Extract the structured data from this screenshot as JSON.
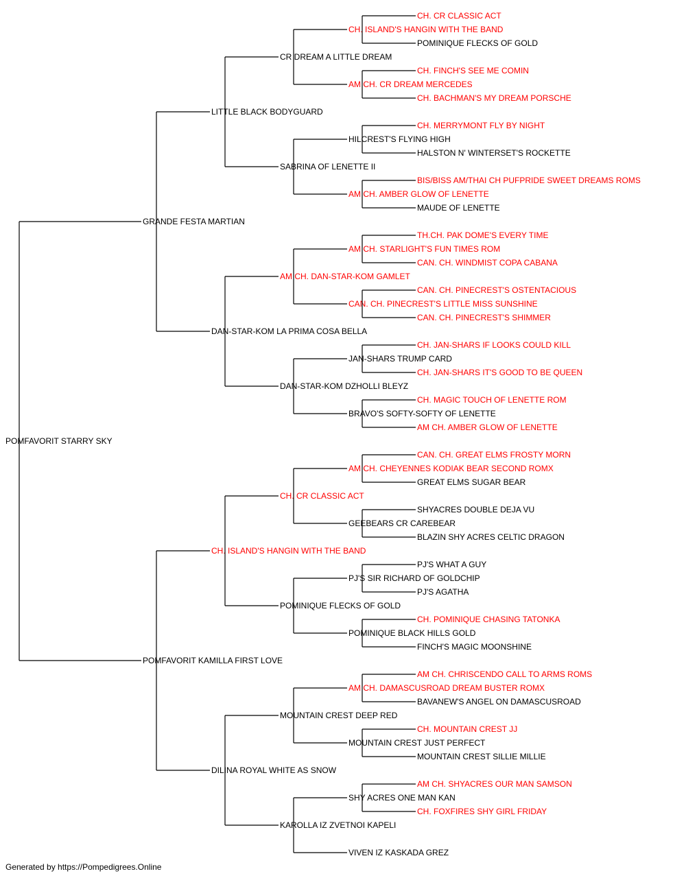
{
  "colors": {
    "champion": "#ff0000",
    "regular": "#000000",
    "line": "#000000"
  },
  "pedigree": {
    "name": "POMFAVORIT STARRY SKY",
    "champion": false,
    "sire": {
      "name": "GRANDE FESTA MARTIAN",
      "champion": false,
      "sire": {
        "name": "LITTLE BLACK BODYGUARD",
        "champion": false,
        "sire": {
          "name": "CR DREAM A LITTLE DREAM",
          "champion": false,
          "sire": {
            "name": "CH. ISLAND'S HANGIN WITH THE BAND",
            "champion": true,
            "sire": {
              "name": "CH. CR CLASSIC ACT",
              "champion": true
            },
            "dam": {
              "name": "POMINIQUE FLECKS OF GOLD",
              "champion": false
            }
          },
          "dam": {
            "name": "AM CH. CR DREAM MERCEDES",
            "champion": true,
            "sire": {
              "name": "CH. FINCH'S SEE ME COMIN",
              "champion": true
            },
            "dam": {
              "name": "CH. BACHMAN'S MY DREAM PORSCHE",
              "champion": true
            }
          }
        },
        "dam": {
          "name": "SABRINA OF LENETTE II",
          "champion": false,
          "sire": {
            "name": "HILCREST'S FLYING HIGH",
            "champion": false,
            "sire": {
              "name": "CH. MERRYMONT FLY BY NIGHT",
              "champion": true
            },
            "dam": {
              "name": "HALSTON N' WINTERSET'S ROCKETTE",
              "champion": false
            }
          },
          "dam": {
            "name": "AM CH. AMBER GLOW OF LENETTE",
            "champion": true,
            "sire": {
              "name": "BIS/BISS AM/THAI CH PUFPRIDE SWEET DREAMS ROMS",
              "champion": true
            },
            "dam": {
              "name": "MAUDE OF LENETTE",
              "champion": false
            }
          }
        }
      },
      "dam": {
        "name": "DAN-STAR-KOM LA PRIMA COSA BELLA",
        "champion": false,
        "sire": {
          "name": "AM CH. DAN-STAR-KOM GAMLET",
          "champion": true,
          "sire": {
            "name": "AM CH. STARLIGHT'S FUN TIMES ROM",
            "champion": true,
            "sire": {
              "name": "TH.CH. PAK DOME'S EVERY TIME",
              "champion": true
            },
            "dam": {
              "name": "CAN. CH. WINDMIST COPA CABANA",
              "champion": true
            }
          },
          "dam": {
            "name": "CAN. CH. PINECREST'S LITTLE MISS SUNSHINE",
            "champion": true,
            "sire": {
              "name": "CAN. CH. PINECREST'S OSTENTACIOUS",
              "champion": true
            },
            "dam": {
              "name": "CAN. CH. PINECREST'S SHIMMER",
              "champion": true
            }
          }
        },
        "dam": {
          "name": "DAN-STAR-KOM DZHOLLI BLEYZ",
          "champion": false,
          "sire": {
            "name": "JAN-SHARS TRUMP CARD",
            "champion": false,
            "sire": {
              "name": "CH. JAN-SHARS IF LOOKS COULD KILL",
              "champion": true
            },
            "dam": {
              "name": "CH. JAN-SHARS IT'S GOOD TO BE QUEEN",
              "champion": true
            }
          },
          "dam": {
            "name": "BRAVO'S SOFTY-SOFTY OF LENETTE",
            "champion": false,
            "sire": {
              "name": "CH. MAGIC TOUCH OF LENETTE ROM",
              "champion": true
            },
            "dam": {
              "name": "AM CH. AMBER GLOW OF LENETTE",
              "champion": true
            }
          }
        }
      }
    },
    "dam": {
      "name": "POMFAVORIT KAMILLA FIRST LOVE",
      "champion": false,
      "sire": {
        "name": "CH. ISLAND'S HANGIN WITH THE BAND",
        "champion": true,
        "sire": {
          "name": "CH. CR CLASSIC ACT",
          "champion": true,
          "sire": {
            "name": "AM CH. CHEYENNES KODIAK BEAR SECOND ROMX",
            "champion": true,
            "sire": {
              "name": "CAN. CH. GREAT ELMS FROSTY MORN",
              "champion": true
            },
            "dam": {
              "name": "GREAT ELMS SUGAR BEAR",
              "champion": false
            }
          },
          "dam": {
            "name": "GEEBEARS CR CAREBEAR",
            "champion": false,
            "sire": {
              "name": "SHYACRES DOUBLE DEJA VU",
              "champion": false
            },
            "dam": {
              "name": "BLAZIN SHY ACRES CELTIC DRAGON",
              "champion": false
            }
          }
        },
        "dam": {
          "name": "POMINIQUE FLECKS OF GOLD",
          "champion": false,
          "sire": {
            "name": "PJ'S SIR RICHARD OF GOLDCHIP",
            "champion": false,
            "sire": {
              "name": "PJ'S WHAT A GUY",
              "champion": false
            },
            "dam": {
              "name": "PJ'S AGATHA",
              "champion": false
            }
          },
          "dam": {
            "name": "POMINIQUE BLACK HILLS GOLD",
            "champion": false,
            "sire": {
              "name": "CH. POMINIQUE CHASING TATONKA",
              "champion": true
            },
            "dam": {
              "name": "FINCH'S MAGIC MOONSHINE",
              "champion": false
            }
          }
        }
      },
      "dam": {
        "name": "DILINA ROYAL WHITE AS SNOW",
        "champion": false,
        "sire": {
          "name": "MOUNTAIN CREST DEEP RED",
          "champion": false,
          "sire": {
            "name": "AM CH. DAMASCUSROAD DREAM BUSTER ROMX",
            "champion": true,
            "sire": {
              "name": "AM CH. CHRISCENDO CALL TO ARMS ROMS",
              "champion": true
            },
            "dam": {
              "name": "BAVANEW'S ANGEL ON DAMASCUSROAD",
              "champion": false
            }
          },
          "dam": {
            "name": "MOUNTAIN CREST JUST PERFECT",
            "champion": false,
            "sire": {
              "name": "CH. MOUNTAIN CREST JJ",
              "champion": true
            },
            "dam": {
              "name": "MOUNTAIN CREST SILLIE MILLIE",
              "champion": false
            }
          }
        },
        "dam": {
          "name": "KAROLLA IZ ZVETNOI KAPELI",
          "champion": false,
          "sire": {
            "name": "SHY ACRES ONE MAN KAN",
            "champion": false,
            "sire": {
              "name": "AM CH. SHYACRES OUR MAN SAMSON",
              "champion": true
            },
            "dam": {
              "name": "CH. FOXFIRES SHY GIRL FRIDAY",
              "champion": true
            }
          },
          "dam": {
            "name": "VIVEN IZ KASKADA GREZ",
            "champion": false
          }
        }
      }
    }
  },
  "footer": {
    "text": "Generated by https://Pompedigrees.Online"
  }
}
